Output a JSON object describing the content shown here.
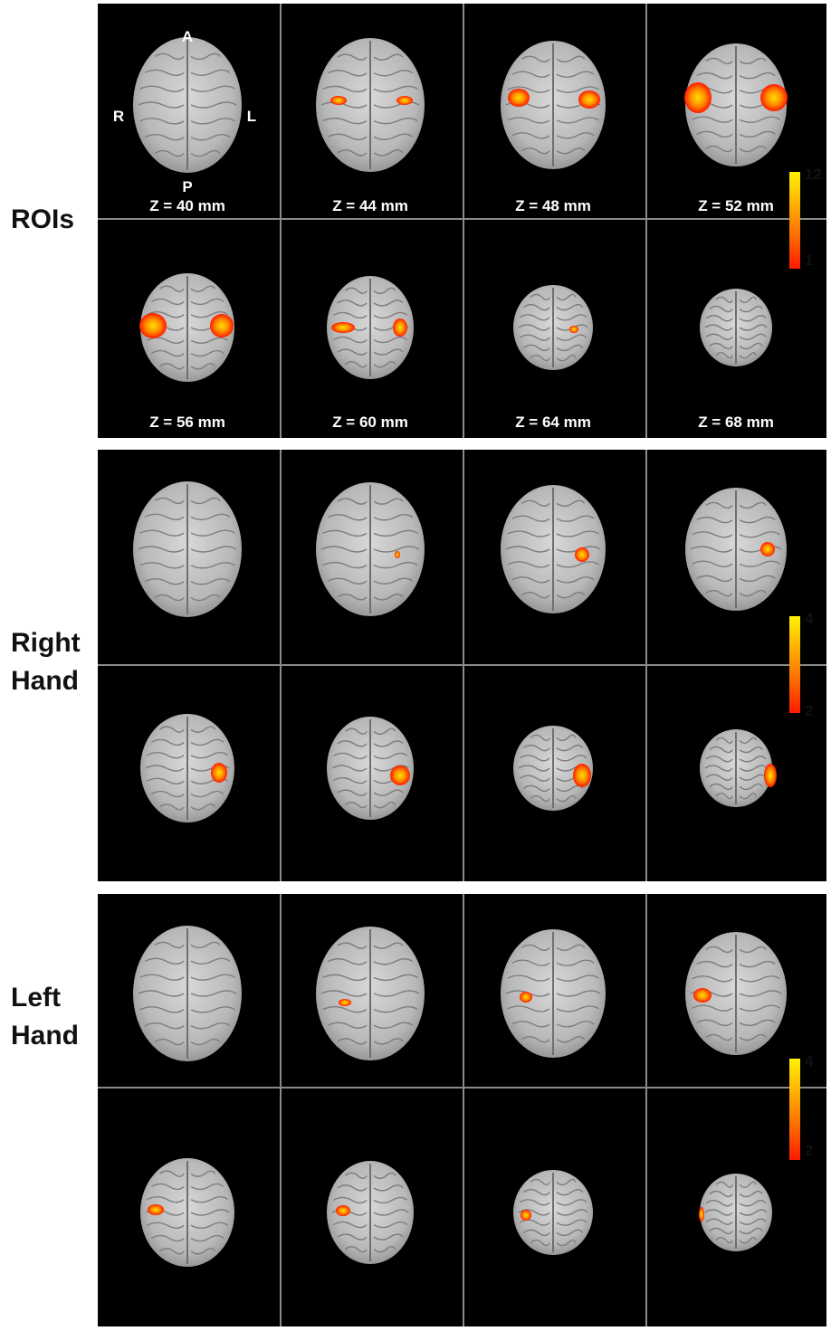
{
  "rows": [
    {
      "label_lines": [
        "ROIs"
      ],
      "colorbar": {
        "max": "12",
        "min": "1"
      }
    },
    {
      "label_lines": [
        "Right",
        "Hand"
      ],
      "colorbar": {
        "max": "4",
        "min": "2"
      }
    },
    {
      "label_lines": [
        "Left",
        "Hand"
      ],
      "colorbar": {
        "max": "4",
        "min": "2"
      }
    }
  ],
  "orientation": {
    "anterior": "A",
    "posterior": "P",
    "right": "R",
    "left": "L"
  },
  "slice_labels": [
    "Z = 40 mm",
    "Z = 44 mm",
    "Z = 48 mm",
    "Z = 52 mm",
    "Z = 56 mm",
    "Z = 60 mm",
    "Z = 64 mm",
    "Z = 68 mm"
  ],
  "colors": {
    "panel_bg": "#000000",
    "grid_line": "#8a8a8a",
    "activation_hot": "#ffe000",
    "activation_low": "#ff1a00"
  }
}
